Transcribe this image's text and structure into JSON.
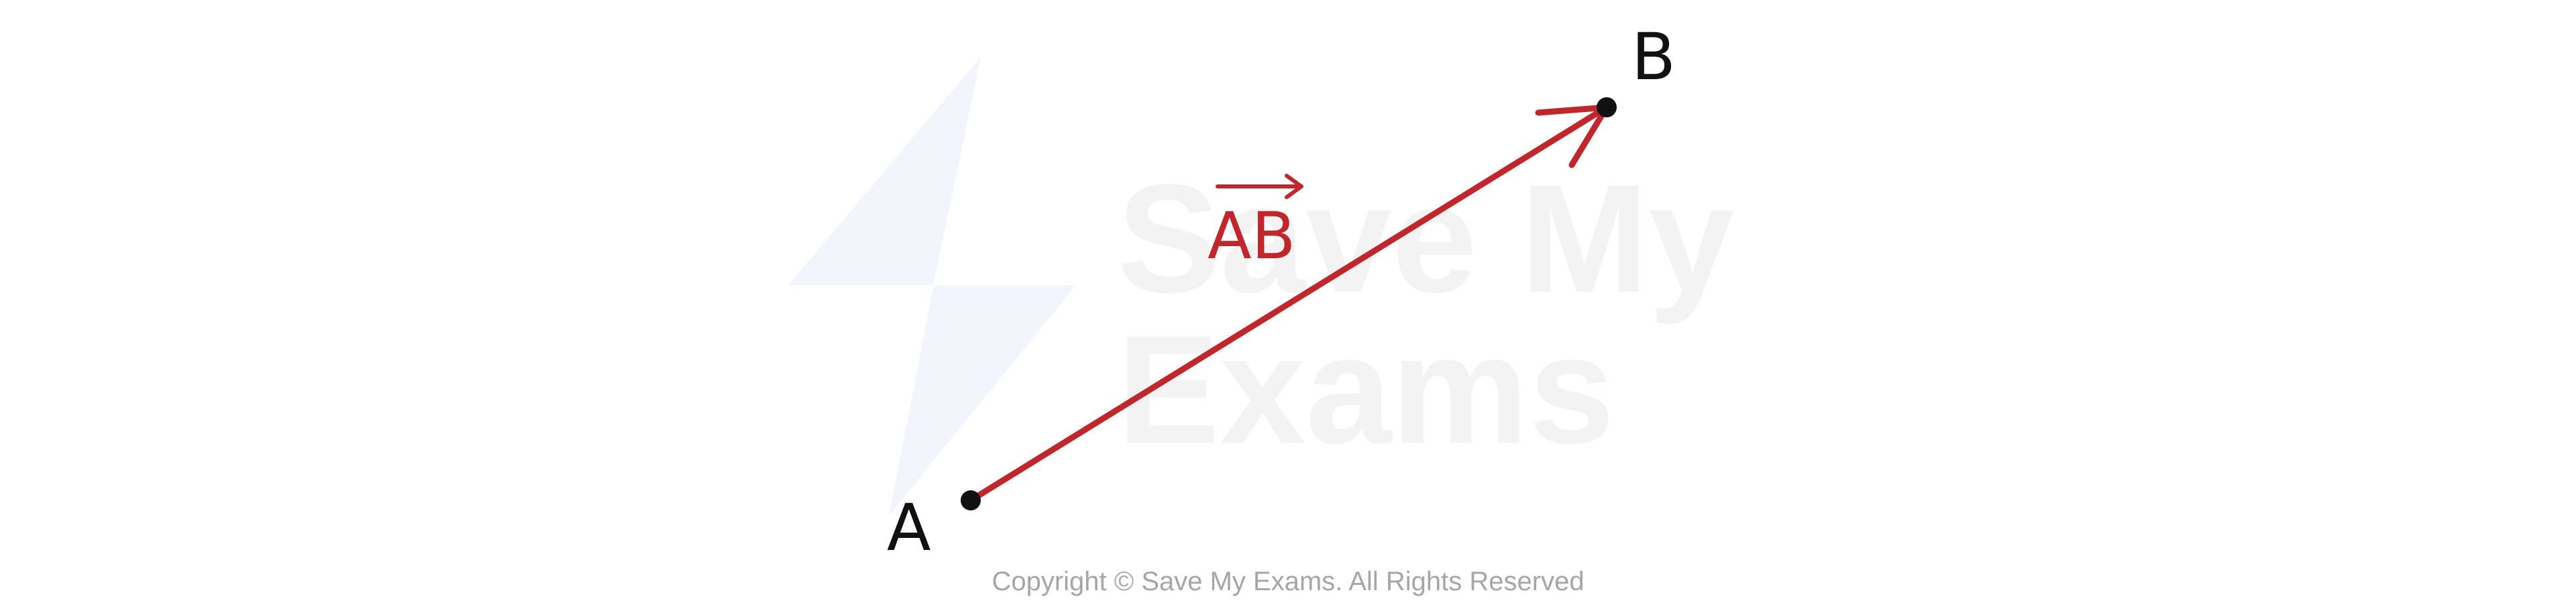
{
  "diagram": {
    "points": [
      {
        "id": "A",
        "label": "A"
      },
      {
        "id": "B",
        "label": "B"
      }
    ],
    "vector": {
      "from": "A",
      "to": "B",
      "label": "AB"
    }
  },
  "watermark": {
    "line1": "Save My",
    "line2": "Exams"
  },
  "footer": {
    "copyright": "Copyright © Save My Exams. All Rights Reserved"
  },
  "colors": {
    "vector": "#c0272d",
    "point": "#111111",
    "watermark_logo": "#f2f6fc",
    "watermark_text": "#f3f3f3",
    "copyright": "#a6a6a6"
  }
}
